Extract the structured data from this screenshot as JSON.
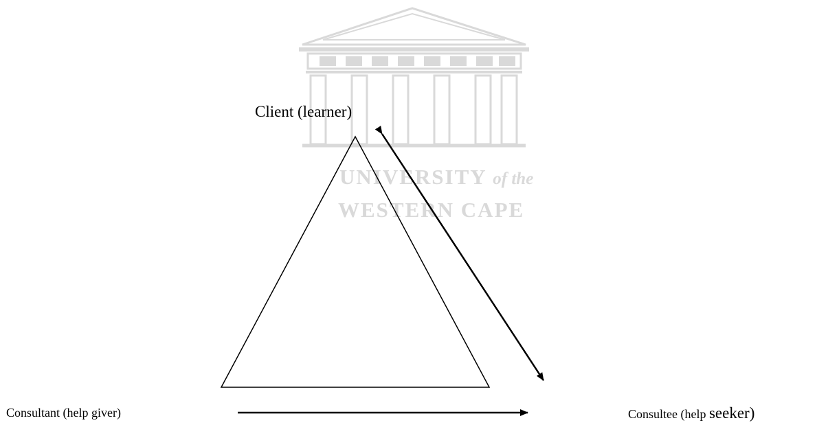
{
  "watermark": {
    "line1_main": "UNIVERSITY",
    "line1_italic": "of the",
    "line2": "WESTERN CAPE"
  },
  "labels": {
    "client": "Client (learner)",
    "consultant": "Consultant (help giver)",
    "consultee_prefix": "Consultee (help ",
    "consultee_suffix": "seeker)"
  },
  "colors": {
    "watermark": "#d9d9d9",
    "lines": "#000000"
  }
}
